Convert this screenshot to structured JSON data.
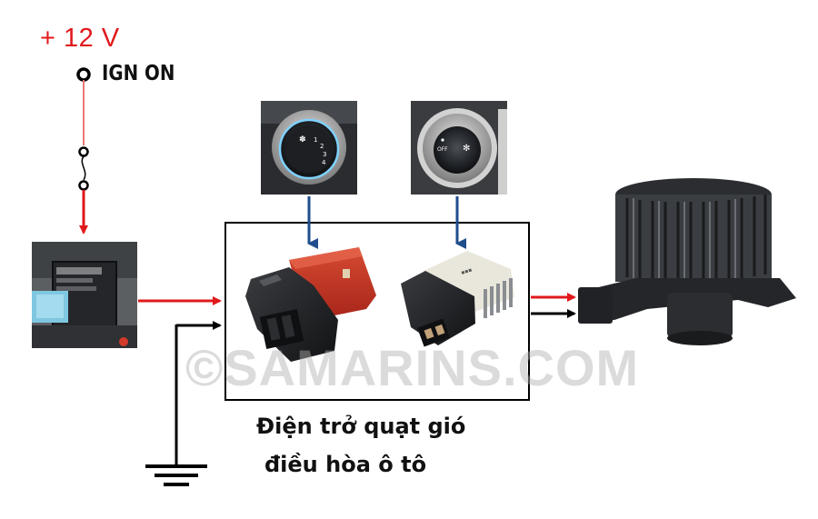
{
  "supply_label": "+ 12 V",
  "ignition_label": "IGN ON",
  "caption": {
    "line1": "Điện trở quạt gió",
    "line2": "điều hòa ô tô"
  },
  "watermark": "©SAMARINS.COM",
  "colors": {
    "positive_wire": "#e0191c",
    "ground_wire": "#000000",
    "control_arrow": "#1f4e8c",
    "resistor_red": "#c8321e"
  },
  "icons": [
    "fuse-icon",
    "relay-photo",
    "fan-knob-manual-photo",
    "fan-knob-auto-photo",
    "resistor-manual-photo",
    "resistor-auto-photo",
    "blower-motor-photo",
    "ground-symbol-icon"
  ]
}
